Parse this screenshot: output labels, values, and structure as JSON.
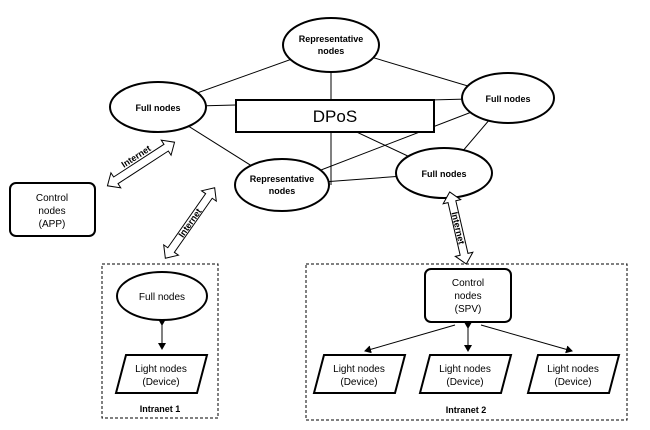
{
  "diagram": {
    "consensus_label": "DPoS",
    "full_nodes_label": "Full nodes",
    "representative_nodes_label": [
      "Representative",
      "nodes"
    ],
    "control_app_label": [
      "Control",
      "nodes",
      "(APP)"
    ],
    "control_spv_label": [
      "Control",
      "nodes",
      "(SPV)"
    ],
    "light_nodes_label": [
      "Light nodes",
      "(Device)"
    ],
    "internet_label": "Internet",
    "intranet_1_label": "Intranet 1",
    "intranet_2_label": "Intranet 2"
  }
}
